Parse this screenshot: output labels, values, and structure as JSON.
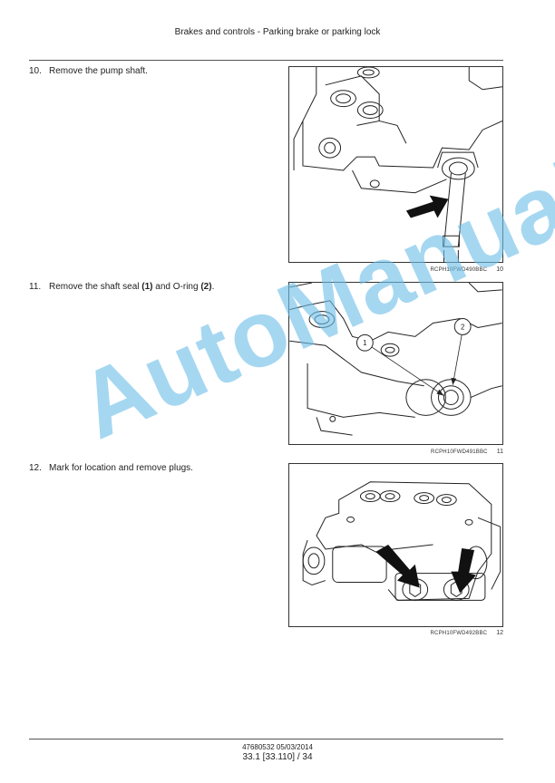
{
  "header": {
    "title": "Brakes and controls - Parking brake or parking lock"
  },
  "steps": [
    {
      "number": "10.",
      "text": "Remove the pump shaft."
    },
    {
      "number": "11.",
      "text_before": "Remove the shaft seal ",
      "ref1": "(1)",
      "text_middle": " and O-ring ",
      "ref2": "(2)",
      "text_after": "."
    },
    {
      "number": "12.",
      "text": "Mark for location and remove plugs."
    }
  ],
  "figures": [
    {
      "code": "RCPH10FWD490BBC",
      "number": "10"
    },
    {
      "code": "RCPH10FWD491BBC",
      "number": "11",
      "callouts": [
        "1",
        "2"
      ]
    },
    {
      "code": "RCPH10FWD492BBC",
      "number": "12"
    }
  ],
  "watermark": "AutoManual",
  "footer": {
    "doc": "47680532 05/03/2014",
    "page": "33.1 [33.110] / 34"
  }
}
